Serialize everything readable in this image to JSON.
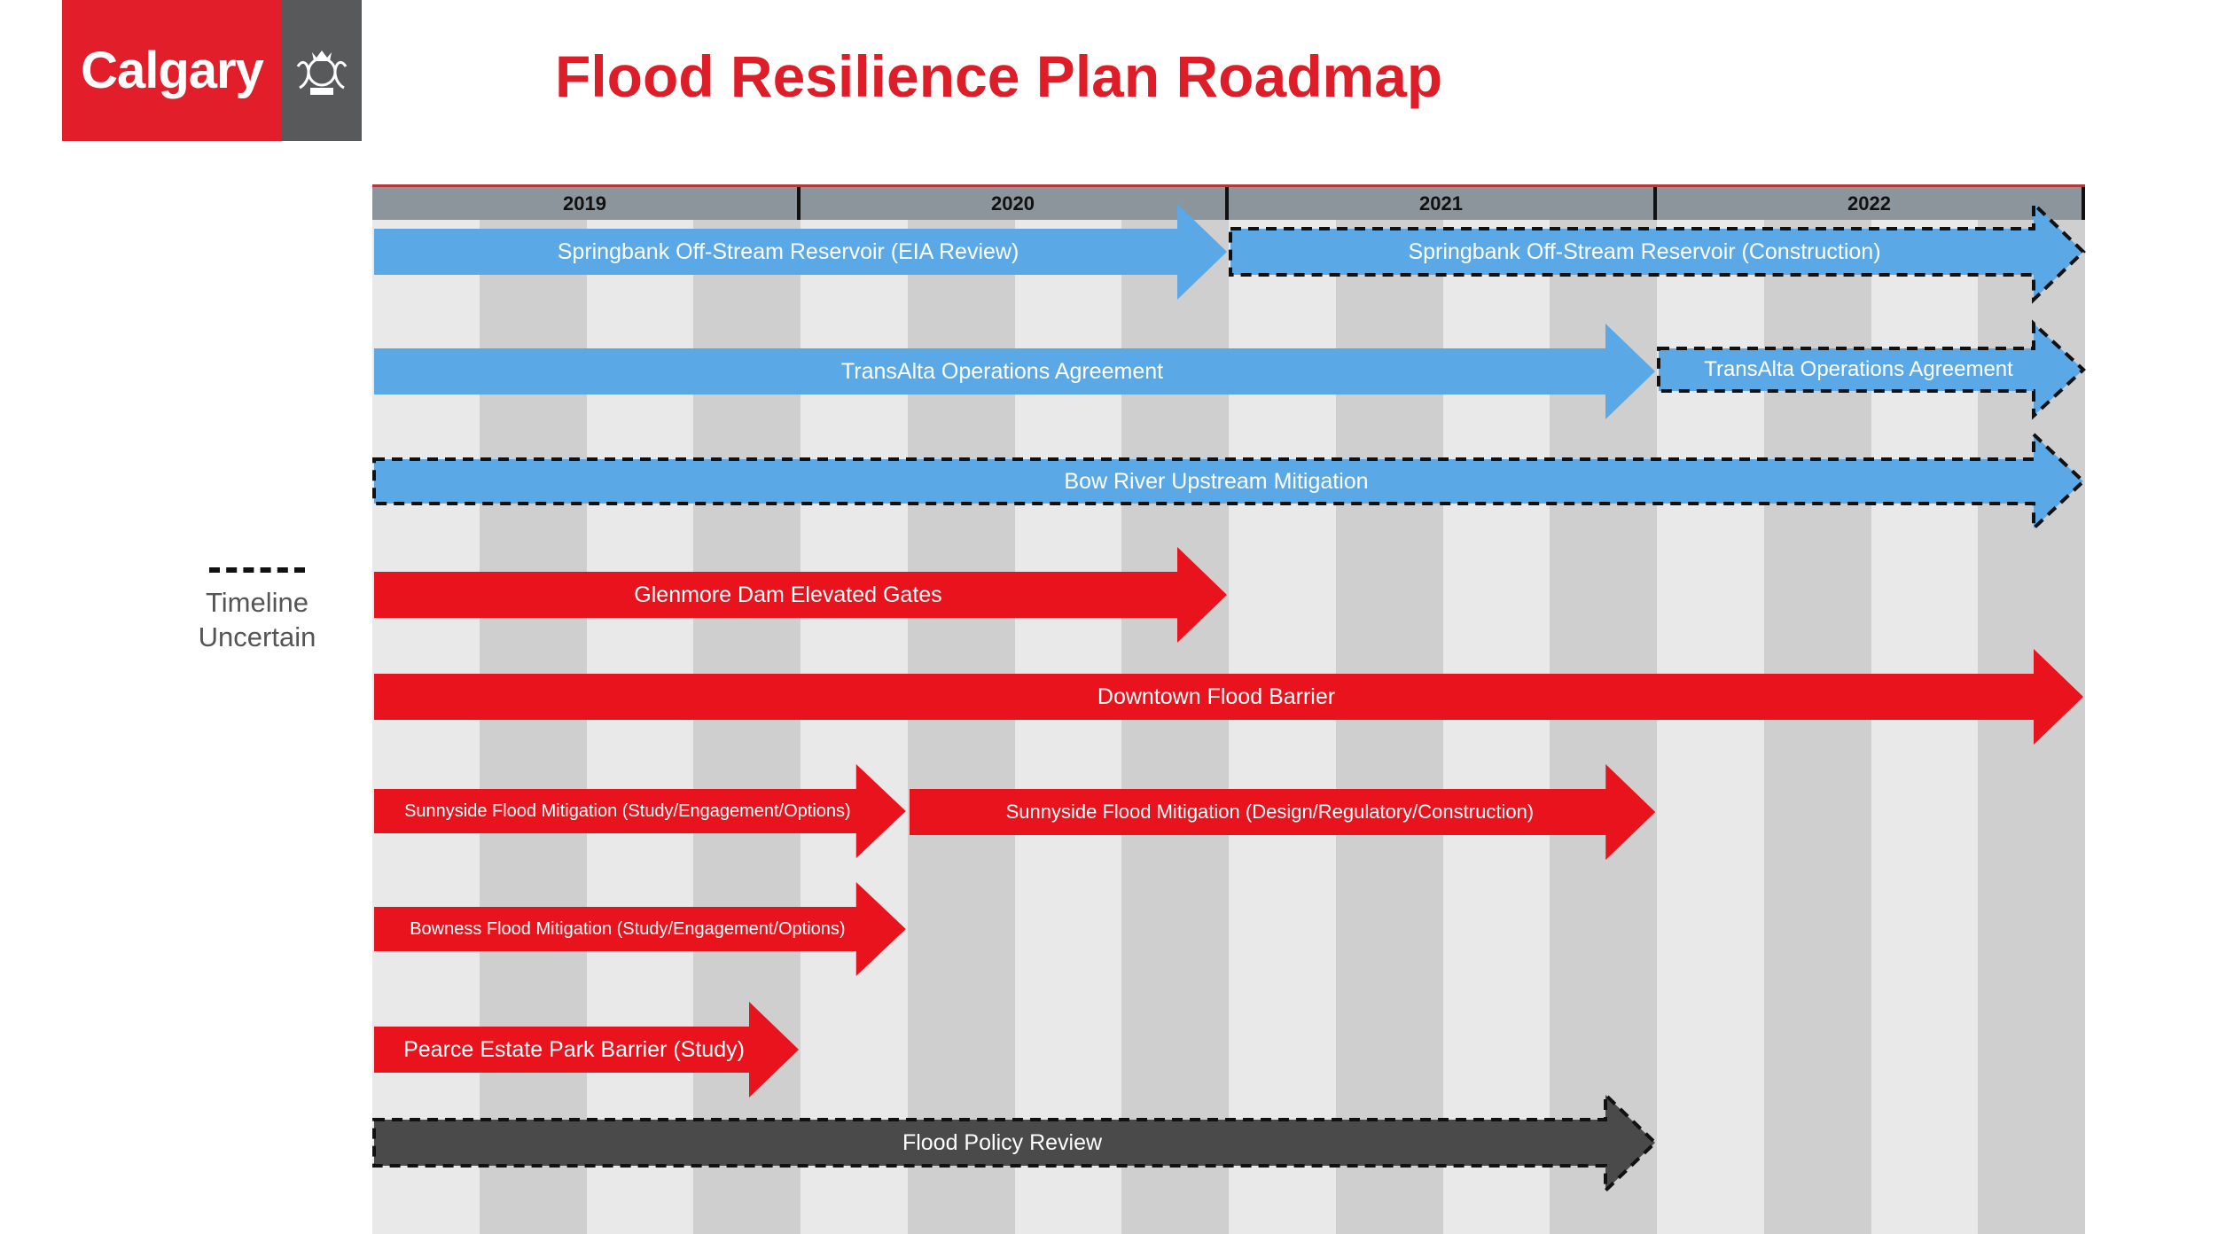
{
  "logo": {
    "text": "Calgary"
  },
  "title": "Flood Resilience Plan Roadmap",
  "legend": {
    "label_line1": "Timeline",
    "label_line2": "Uncertain"
  },
  "years": [
    "2019",
    "2020",
    "2021",
    "2022"
  ],
  "colors": {
    "blue": "#5aa9e6",
    "red": "#e8131c",
    "gray": "#4a4a4a",
    "accent": "#dd1d27"
  },
  "bars": [
    {
      "id": "springbank-eia",
      "label": "Springbank Off-Stream Reservoir (EIA Review)",
      "start": 2019.0,
      "end": 2021.0,
      "color": "blue",
      "dashed": false
    },
    {
      "id": "springbank-construction",
      "label": "Springbank Off-Stream Reservoir (Construction)",
      "start": 2021.0,
      "end": 2023.0,
      "color": "blue",
      "dashed": true
    },
    {
      "id": "transalta-1",
      "label": "TransAlta Operations Agreement",
      "start": 2019.0,
      "end": 2022.0,
      "color": "blue",
      "dashed": false
    },
    {
      "id": "transalta-2",
      "label": "TransAlta Operations Agreement",
      "start": 2022.0,
      "end": 2023.0,
      "color": "blue",
      "dashed": true
    },
    {
      "id": "bow-river",
      "label": "Bow River Upstream Mitigation",
      "start": 2019.0,
      "end": 2023.0,
      "color": "blue",
      "dashed": true
    },
    {
      "id": "glenmore",
      "label": "Glenmore Dam Elevated Gates",
      "start": 2019.0,
      "end": 2021.0,
      "color": "red",
      "dashed": false
    },
    {
      "id": "downtown",
      "label": "Downtown Flood Barrier",
      "start": 2019.0,
      "end": 2023.0,
      "color": "red",
      "dashed": false
    },
    {
      "id": "sunnyside-study",
      "label": "Sunnyside Flood Mitigation (Study/Engagement/Options)",
      "start": 2019.0,
      "end": 2020.25,
      "color": "red",
      "dashed": false
    },
    {
      "id": "sunnyside-design",
      "label": "Sunnyside Flood Mitigation (Design/Regulatory/Construction)",
      "start": 2020.25,
      "end": 2022.0,
      "color": "red",
      "dashed": false
    },
    {
      "id": "bowness",
      "label": "Bowness Flood Mitigation (Study/Engagement/Options)",
      "start": 2019.0,
      "end": 2020.25,
      "color": "red",
      "dashed": false
    },
    {
      "id": "pearce",
      "label": "Pearce Estate Park Barrier (Study)",
      "start": 2019.0,
      "end": 2020.0,
      "color": "red",
      "dashed": false
    },
    {
      "id": "policy",
      "label": "Flood Policy Review",
      "start": 2019.0,
      "end": 2022.0,
      "color": "gray",
      "dashed": true
    }
  ]
}
